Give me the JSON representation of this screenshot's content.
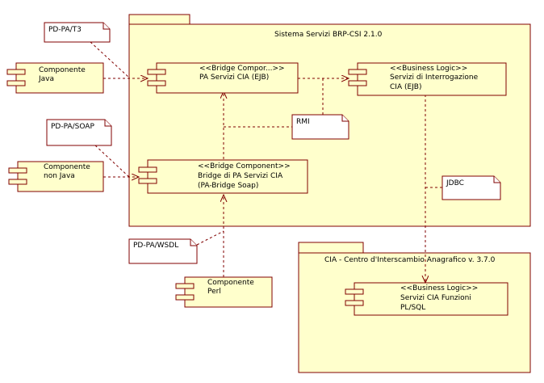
{
  "diagram": {
    "packages": {
      "brp": {
        "title": "Sistema Servizi BRP-CSI 2.1.0"
      },
      "cia": {
        "title": "CIA - Centro d'Interscambio Anagrafico  v. 3.7.0"
      }
    },
    "components": {
      "java": {
        "line1": "Componente",
        "line2": "Java"
      },
      "nonjava": {
        "line1": "Componente",
        "line2": "non Java"
      },
      "perl": {
        "line1": "Componente",
        "line2": "Perl"
      },
      "pa_ejb": {
        "line1": "<<Bridge Compor...>>",
        "line2": "PA Servizi CIA (EJB)"
      },
      "bl_ejb": {
        "line1": "<<Business Logic>>",
        "line2": "Servizi di Interrogazione",
        "line3": "CIA (EJB)"
      },
      "bridge_soap": {
        "line1": "<<Bridge Component>>",
        "line2": "Bridge di PA Servizi CIA",
        "line3": "(PA-Bridge Soap)"
      },
      "plsql": {
        "line1": "<<Business Logic>>",
        "line2": "Servizi CIA Funzioni",
        "line3": "PL/SQL"
      }
    },
    "notes": {
      "t3": "PD-PA/T3",
      "soap": "PD-PA/SOAP",
      "wsdl": "PD-PA/WSDL",
      "rmi": "RMI",
      "jdbc": "JDBC"
    }
  }
}
